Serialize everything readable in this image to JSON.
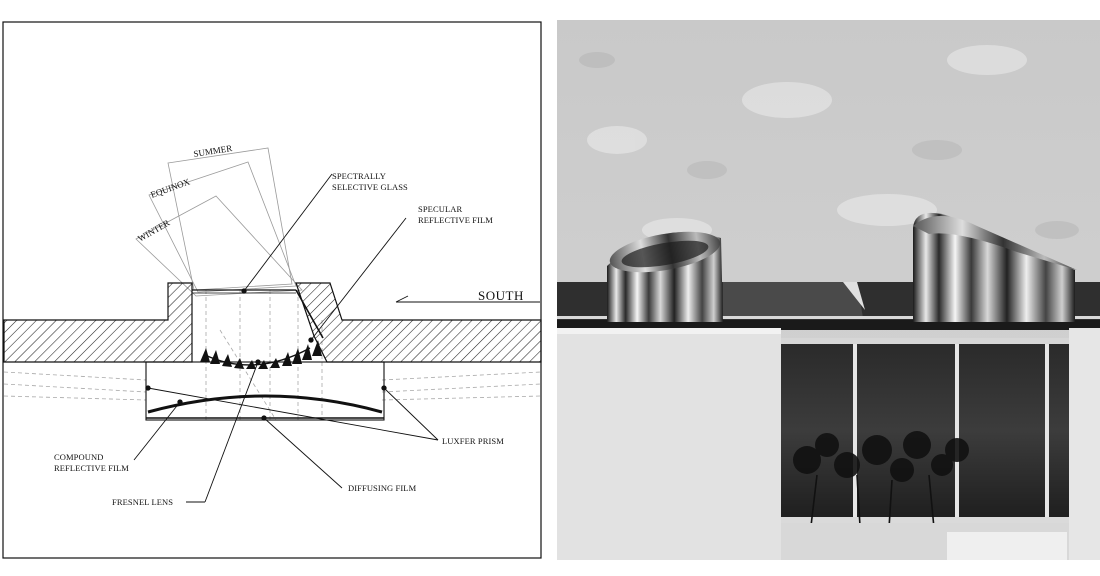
{
  "diagram": {
    "seasons": {
      "summer": "SUMMER",
      "equinox": "EQUINOX",
      "winter": "WINTER"
    },
    "labels": {
      "spectrally_selective_glass": [
        "SPECTRALLY",
        "SELECTIVE GLASS"
      ],
      "specular_reflective_film": [
        "SPECULAR",
        "REFLECTIVE FILM"
      ],
      "south": "SOUTH",
      "luxfer_prism": "LUXFER PRISM",
      "compound_reflective_film": [
        "COMPOUND",
        "REFLECTIVE FILM"
      ],
      "fresnel_lens": "FRESNEL LENS",
      "diffusing_film": "DIFFUSING FILM"
    }
  },
  "photo": {
    "subject": "architectural-model-with-reflective-skylight-scoops"
  },
  "colors": {
    "ink": "#111111",
    "hatch": "#222222",
    "wall": "#cdcdcd",
    "panel": "#e4e4e4"
  }
}
